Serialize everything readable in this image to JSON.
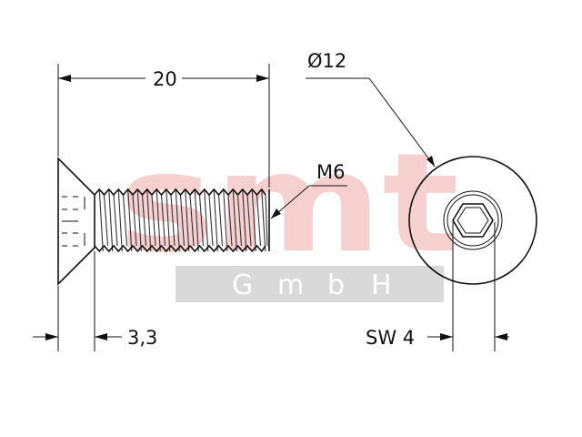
{
  "watermark": {
    "brand": "smt",
    "sub_letters": [
      "G",
      "m",
      "b",
      "H"
    ],
    "colors": {
      "brand": "#f6cfcf",
      "band": "#d9d9d9"
    }
  },
  "dimensions": {
    "length": "20",
    "head_diameter": "Ø12",
    "thread": "M6",
    "head_height": "3,3",
    "socket_size": "SW 4"
  }
}
